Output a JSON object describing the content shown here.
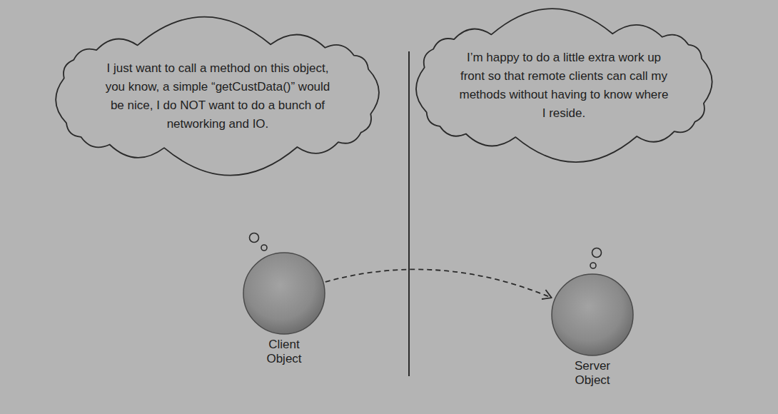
{
  "diagram": {
    "nodes": [
      {
        "text": [
          "I just want to call a method on this object, you know, a simple “getCustData()” would be nice, I do NOT want to do a bunch of networking and IO."
        ]
      },
      {
        "text": [
          "Client Object"
        ]
      },
      {
        "text": [
          "I’m happy to do a little extra work up front so that remote clients can call my methods without having to know where I reside."
        ]
      },
      {
        "text": [
          "Server Object"
        ]
      }
    ],
    "edges": [
      {
        "from": 1,
        "to": 3,
        "arrow": "to"
      }
    ]
  }
}
